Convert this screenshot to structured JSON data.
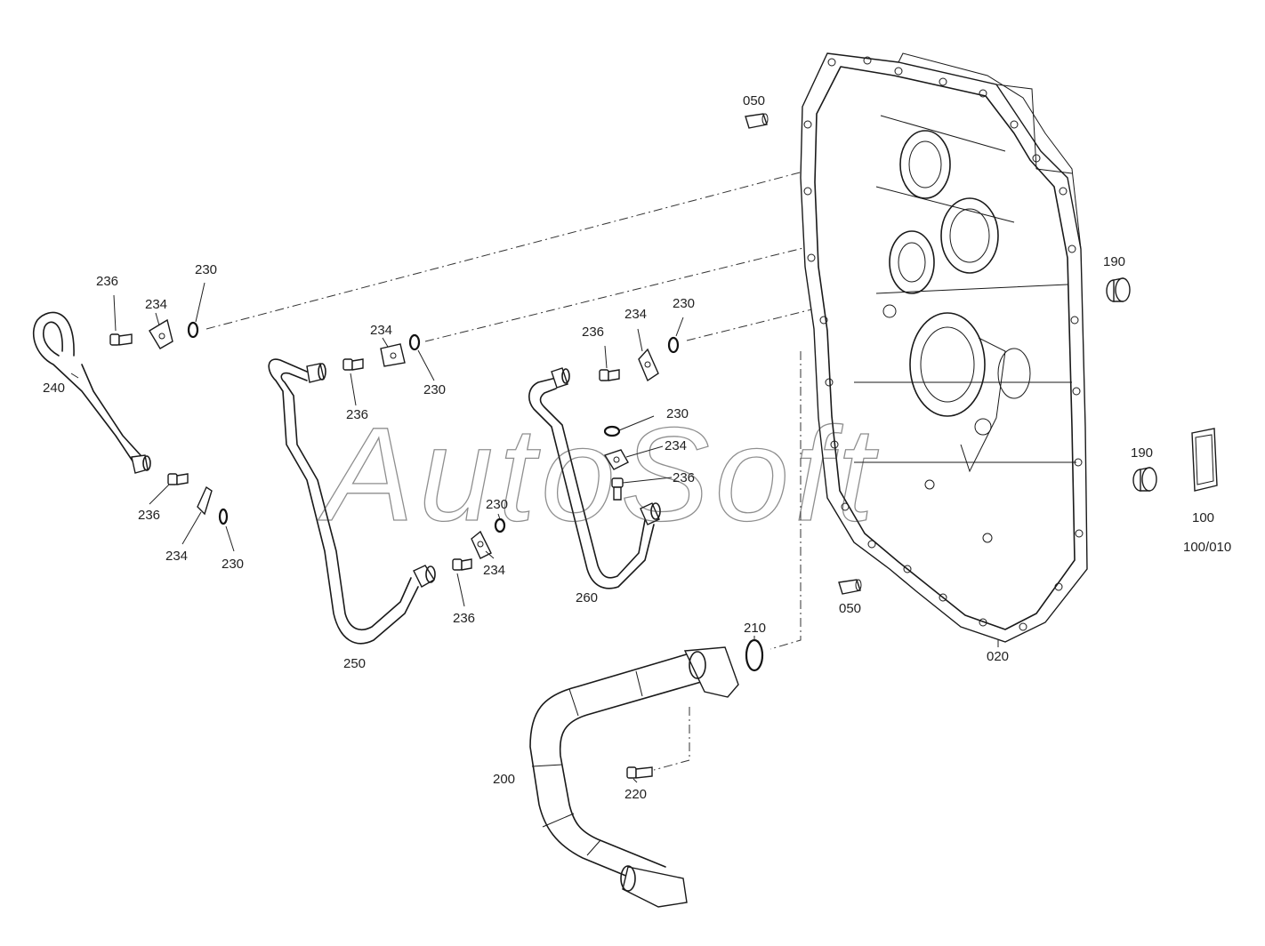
{
  "watermark": "AutoSoft",
  "labels": {
    "l050a": "050",
    "l050b": "050",
    "l020": "020",
    "l190a": "190",
    "l190b": "190",
    "l100": "100",
    "l100010": "100/010",
    "l210": "210",
    "l200": "200",
    "l220": "220",
    "l240": "240",
    "l250": "250",
    "l260": "260",
    "l236a": "236",
    "l234a": "234",
    "l230a": "230",
    "l236b": "236",
    "l234b": "234",
    "l230b": "230",
    "l236c": "236",
    "l234c": "234",
    "l230c": "230",
    "l230d": "230",
    "l234d": "234",
    "l236d": "236",
    "l236e": "236",
    "l234e": "234",
    "l230e": "230",
    "l230f": "230",
    "l234f": "234",
    "l236f": "236"
  }
}
